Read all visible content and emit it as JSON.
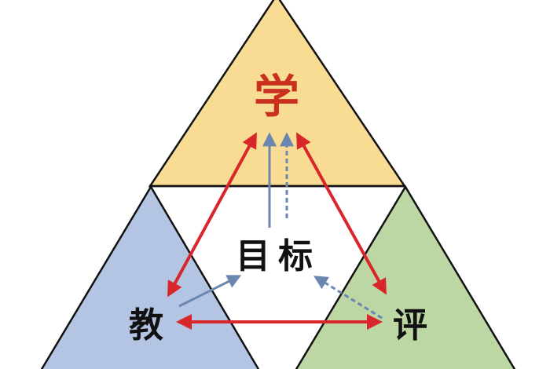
{
  "labels": {
    "learn": "学",
    "goal": "目标",
    "teach": "教",
    "evaluate": "评"
  },
  "colors": {
    "learn_fill": "#f9dc93",
    "teach_fill": "#b3c5e3",
    "evaluate_fill": "#bcd6a4",
    "red_arrow": "#d8262b",
    "blue_arrow": "#6b86b0",
    "learn_text": "#c9301f"
  }
}
